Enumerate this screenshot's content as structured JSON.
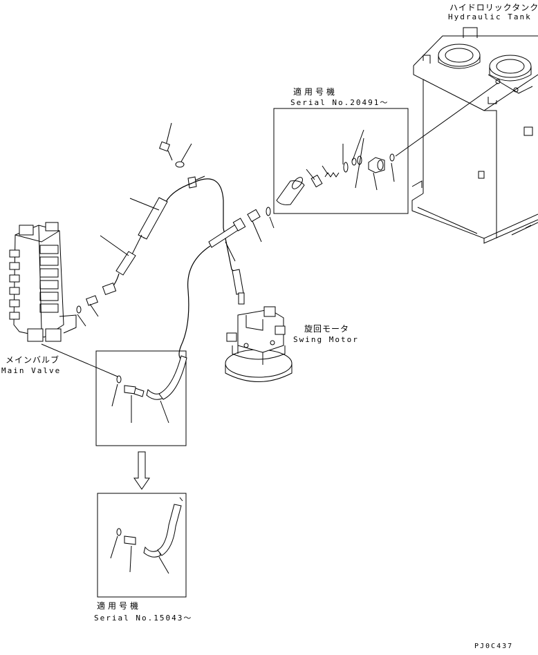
{
  "labels": {
    "hydraulic_tank_jp": "ハイドロリックタンク",
    "hydraulic_tank_en": "Hydraulic Tank",
    "swing_motor_jp": "旋回モータ",
    "swing_motor_en": "Swing Motor",
    "main_valve_jp": "メインバルブ",
    "main_valve_en": "Main Valve",
    "serial_upper_jp": "適用号機",
    "serial_upper_en": "Serial No.20491～",
    "serial_lower_jp": "適用号機",
    "serial_lower_en": "Serial No.15043～",
    "drawing_code": "PJ0C437"
  }
}
